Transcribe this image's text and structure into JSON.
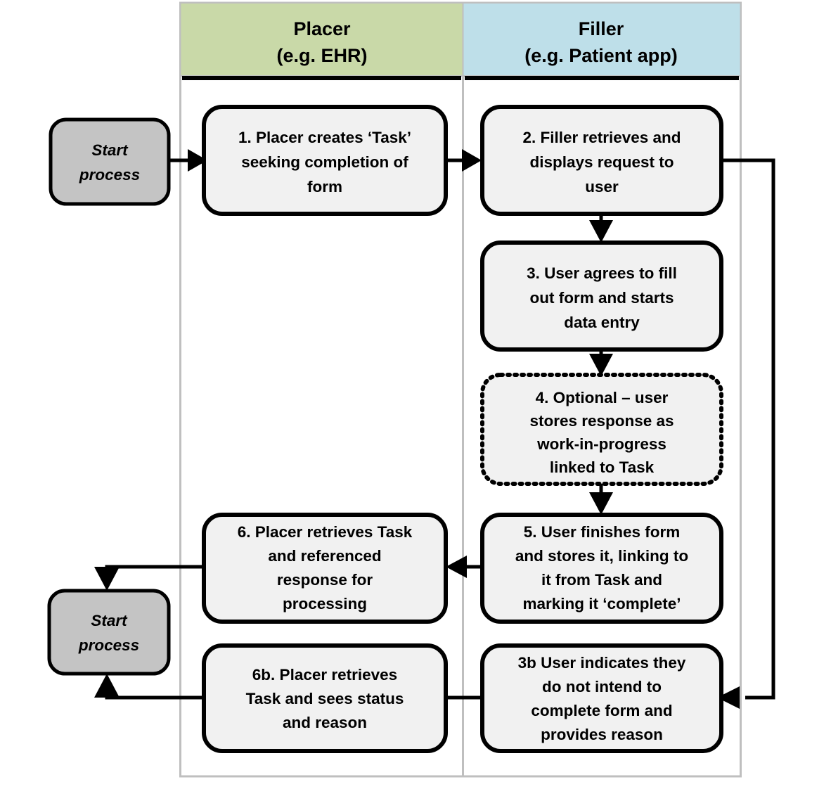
{
  "diagram": {
    "title": "Placer / Filler form-completion task flow",
    "colors": {
      "placer_lane_header": "#c9d9a8",
      "filler_lane_header": "#bedfe9",
      "node_fill": "#f1f1f1",
      "terminator_fill": "#c4c4c4",
      "line": "#000000",
      "lane_border": "#bfbfbf"
    },
    "lanes": [
      {
        "id": "placer",
        "title_line1": "Placer",
        "title_line2": "(e.g. EHR)"
      },
      {
        "id": "filler",
        "title_line1": "Filler",
        "title_line2": "(e.g. Patient app)"
      }
    ],
    "terminators": [
      {
        "id": "start-top",
        "line1": "Start",
        "line2": "process"
      },
      {
        "id": "start-bottom",
        "line1": "Start",
        "line2": "process"
      }
    ],
    "nodes": [
      {
        "id": "step-1",
        "lane": "placer",
        "optional": false,
        "lines": [
          "1. Placer creates ‘Task’",
          "seeking completion of",
          "form"
        ]
      },
      {
        "id": "step-2",
        "lane": "filler",
        "optional": false,
        "lines": [
          "2. Filler retrieves and",
          "displays request to",
          "user"
        ]
      },
      {
        "id": "step-3",
        "lane": "filler",
        "optional": false,
        "lines": [
          "3. User agrees to fill",
          "out form and starts",
          "data entry"
        ]
      },
      {
        "id": "step-4",
        "lane": "filler",
        "optional": true,
        "lines": [
          "4. Optional – user",
          "stores response as",
          "work-in-progress",
          "linked to Task"
        ]
      },
      {
        "id": "step-5",
        "lane": "filler",
        "optional": false,
        "lines": [
          "5. User finishes form",
          "and stores it, linking to",
          "it from Task and",
          "marking it ‘complete’"
        ]
      },
      {
        "id": "step-6",
        "lane": "placer",
        "optional": false,
        "lines": [
          "6. Placer retrieves Task",
          "and referenced",
          "response for",
          "processing"
        ]
      },
      {
        "id": "step-3b",
        "lane": "filler",
        "optional": false,
        "lines": [
          "3b User indicates they",
          "do not intend to",
          "complete form and",
          "provides reason"
        ]
      },
      {
        "id": "step-6b",
        "lane": "placer",
        "optional": false,
        "lines": [
          "6b. Placer retrieves",
          "Task and sees  status",
          "and reason"
        ]
      }
    ],
    "connectors": [
      {
        "id": "start-to-1",
        "from": "start-top",
        "to": "step-1"
      },
      {
        "id": "1-to-2",
        "from": "step-1",
        "to": "step-2"
      },
      {
        "id": "2-to-3",
        "from": "step-2",
        "to": "step-3"
      },
      {
        "id": "3-to-4",
        "from": "step-3",
        "to": "step-4"
      },
      {
        "id": "4-to-5",
        "from": "step-4",
        "to": "step-5"
      },
      {
        "id": "5-to-6",
        "from": "step-5",
        "to": "step-6"
      },
      {
        "id": "6-to-start-bottom",
        "from": "step-6",
        "to": "start-bottom"
      },
      {
        "id": "2-to-3b",
        "from": "step-2",
        "to": "step-3b"
      },
      {
        "id": "3b-to-6b",
        "from": "step-3b",
        "to": "step-6b"
      },
      {
        "id": "6b-to-start-bottom",
        "from": "step-6b",
        "to": "start-bottom"
      }
    ]
  }
}
